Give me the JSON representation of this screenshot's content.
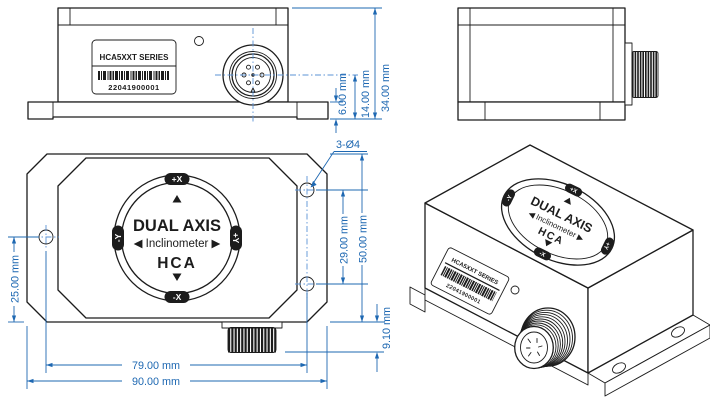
{
  "colors": {
    "line": "#1c1c1c",
    "dim": "#1e68b2",
    "centerline": "#5b93d6",
    "bg": "#ffffff"
  },
  "device": {
    "series": "HCA5XXT SERIES",
    "serial": "22041900001",
    "badge": {
      "title": "DUAL AXIS",
      "subtitle": "◀ Inclinometer ▶",
      "model": "HCA",
      "axis_top": "+X",
      "axis_bottom": "-X",
      "axis_left": "-Y",
      "axis_right": "+Y"
    }
  },
  "dims": {
    "front": {
      "flange_height": "6.00 mm",
      "connector_center_height": "14.00 mm",
      "overall_height": "34.00 mm"
    },
    "top": {
      "hole_callout": "3-Ø4",
      "hole_pitch_vertical": "29.00 mm",
      "overall_depth": "50.00 mm",
      "hole_offset_left": "25.00 mm",
      "connector_stickout": "9.10 mm",
      "hole_pitch_horizontal": "79.00 mm",
      "overall_width": "90.00 mm"
    }
  }
}
